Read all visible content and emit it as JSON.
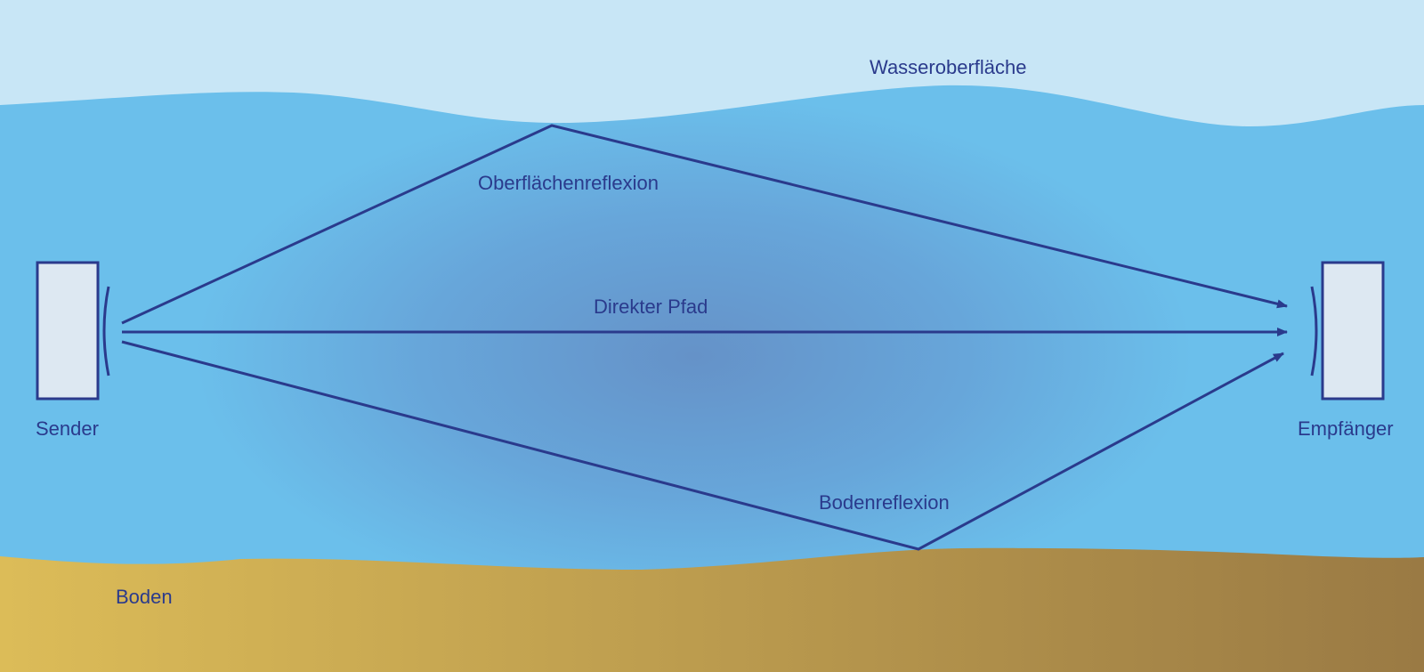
{
  "labels": {
    "surface": "Wasseroberfläche",
    "surface_reflection": "Oberflächenreflexion",
    "direct_path": "Direkter Pfad",
    "bottom_reflection": "Bodenreflexion",
    "sender": "Sender",
    "receiver": "Empfänger",
    "bottom": "Boden"
  },
  "colors": {
    "sky": "#c8e6f6",
    "water": "#6bbfeb",
    "water_center": "#6592c8",
    "seabed_left": "#dcbc58",
    "seabed_right": "#9a7a44",
    "path": "#2a3a8c",
    "device_fill": "#dde8f2"
  }
}
